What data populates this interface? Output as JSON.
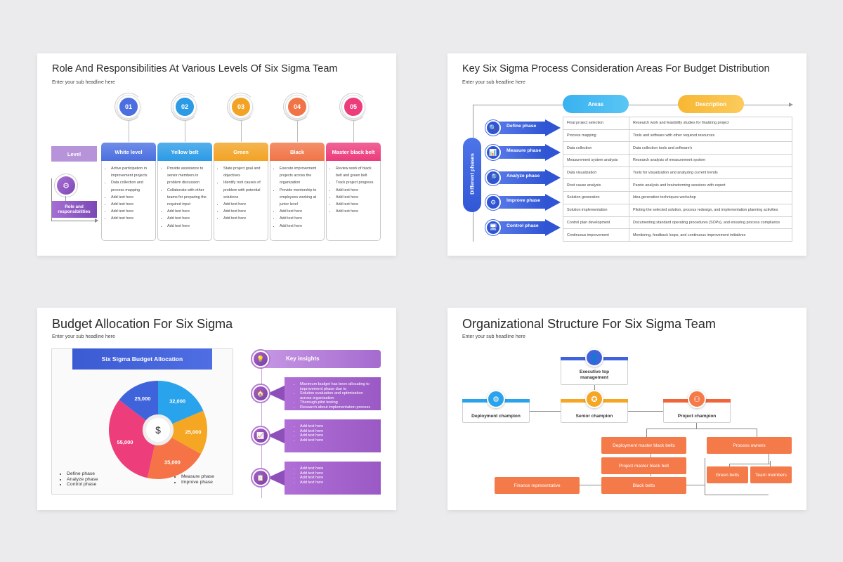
{
  "slide1": {
    "title": "Role And Responsibilities At Various Levels Of Six Sigma Team",
    "subtitle": "Enter your sub headline here",
    "level_label": "Level",
    "role_label": "Role and responsibilities",
    "columns": [
      {
        "num": "01",
        "name": "White level",
        "color": "#4b6fe0",
        "items": [
          "Active participation in improvement projects",
          "Data collection and process mapping",
          "Add text here",
          "Add text here",
          "Add text here",
          "Add text here"
        ]
      },
      {
        "num": "02",
        "name": "Yellow belt",
        "color": "#2b9be6",
        "items": [
          "Provide assistance to senior members in problem discussion",
          "Collaborate with other teams for preparing the required input",
          "Add text here",
          "Add text here",
          "Add text here"
        ]
      },
      {
        "num": "03",
        "name": "Green",
        "color": "#f2a324",
        "items": [
          "State project goal and objectives",
          "Identify root causes of problem with potential solutions",
          "Add text here",
          "Add text here",
          "Add text here"
        ]
      },
      {
        "num": "04",
        "name": "Black",
        "color": "#f07447",
        "items": [
          "Execute improvement projects across the organization",
          "Provide mentorship to employees working at junior level",
          "Add text here",
          "Add text here",
          "Add text here"
        ]
      },
      {
        "num": "05",
        "name": "Master black belt",
        "color": "#ec3c7c",
        "items": [
          "Review work of black belt and green belt",
          "Track project progress",
          "Add text here",
          "Add text here",
          "Add text here",
          "Add text here"
        ]
      }
    ]
  },
  "slide2": {
    "title": "Key Six Sigma Process Consideration Areas For Budget Distribution",
    "subtitle": "Enter your sub headline here",
    "areas_label": "Areas",
    "description_label": "Description",
    "phases_label": "Different phases",
    "phases": [
      "Define phase",
      "Measure phase",
      "Analyze phase",
      "Improve phase",
      "Control phase"
    ],
    "rows": [
      [
        "Final project selection",
        "Research work and feasibility studies for finalizing project"
      ],
      [
        "Process mapping",
        "Tools and software with other required resources"
      ],
      [
        "Data collection",
        "Data collection tools and software's"
      ],
      [
        "Measurement system analysis",
        "Research analysis of measurement system"
      ],
      [
        "Data visualization",
        "Tools for visualization and analyzing current trends"
      ],
      [
        "Root cause analysis",
        "Pareto analysis and brainstorming sessions with expert"
      ],
      [
        "Solution generation",
        "Idea generation techniques workshop"
      ],
      [
        "Solution implementation",
        "Piloting the selected solution, process redesign, and implementation planning activities"
      ],
      [
        "Control plan development",
        "Documenting standard operating procedures (SOPs), and ensuring process compliance"
      ],
      [
        "Continuous improvement",
        "Monitoring, feedback loops, and continuous improvement initiatives"
      ]
    ]
  },
  "slide3": {
    "title": "Budget Allocation For Six Sigma",
    "subtitle": "Enter your sub headline here",
    "chart_header": "Six Sigma Budget Allocation",
    "legend_left": [
      "Define phase",
      "Analyze phase",
      "Control phase"
    ],
    "legend_right": [
      "Measure phase",
      "Improve phase"
    ],
    "insights_title": "Key insights",
    "insights": [
      [
        "Maximum budget has been allocating to improvement phase due to",
        "Solution evaluation and optimization across organization",
        "Thorough pilot testing",
        "Research about implementation process"
      ],
      [
        "Add text here",
        "Add text here",
        "Add text here",
        "Add text here"
      ],
      [
        "Add text here",
        "Add text here",
        "Add text here",
        "Add text here"
      ]
    ]
  },
  "chart_data": {
    "type": "pie",
    "title": "Six Sigma Budget Allocation",
    "categories": [
      "Define phase",
      "Measure phase",
      "Analyze phase",
      "Improve phase",
      "Control phase"
    ],
    "values": [
      32000,
      25000,
      35000,
      55000,
      25000
    ],
    "labels": [
      "32,000",
      "25,000",
      "35,000",
      "55,000",
      "25,000"
    ],
    "colors": [
      "#29a3ec",
      "#f5a623",
      "#f57346",
      "#ee3d7b",
      "#3f63db"
    ]
  },
  "slide4": {
    "title": "Organizational Structure For Six Sigma Team",
    "subtitle": "Enter your sub headline here",
    "executive": "Executive top management",
    "deployment_champion": "Deployment champion",
    "senior_champion": "Senior champion",
    "project_champion": "Project champion",
    "deployment_master": "Deployment master black belts",
    "project_master": "Project master black belt",
    "black_belts": "Black belts",
    "finance": "Finance representative",
    "process_owners": "Process owners",
    "green_belts": "Green belts",
    "team_members": "Team members"
  }
}
